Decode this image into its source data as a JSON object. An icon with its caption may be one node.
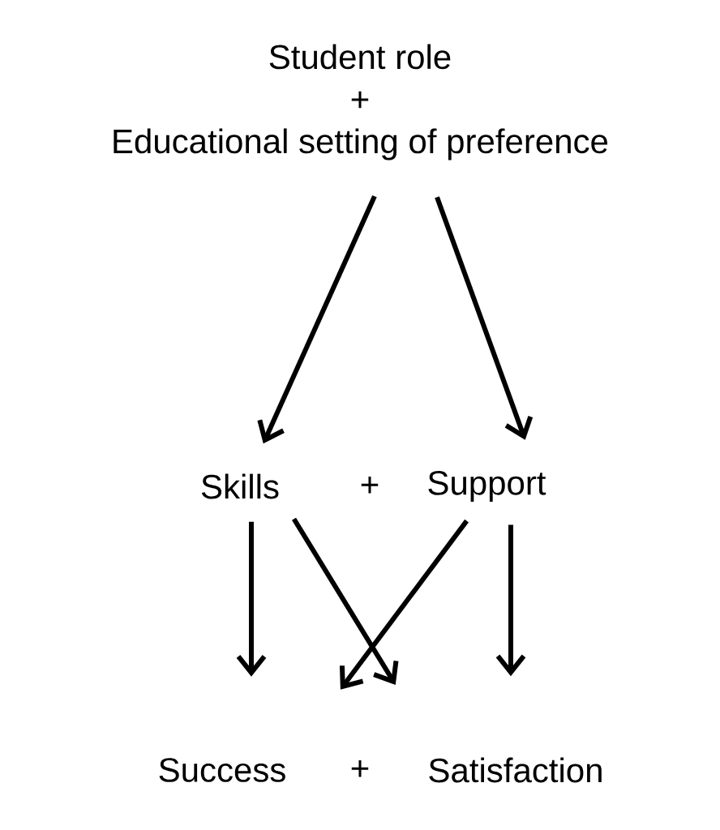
{
  "diagram": {
    "nodes": [
      {
        "text": [
          "Student role",
          "+",
          "Educational setting of preference"
        ]
      },
      {
        "text": [
          "Skills"
        ]
      },
      {
        "text": [
          "Support"
        ]
      },
      {
        "text": [
          "Success"
        ]
      },
      {
        "text": [
          "Satisfaction"
        ]
      }
    ],
    "edges": [
      {
        "from": 0,
        "to": 1,
        "arrow": "to"
      },
      {
        "from": 0,
        "to": 2,
        "arrow": "to"
      },
      {
        "from": 1,
        "to": 3,
        "arrow": "to"
      },
      {
        "from": 1,
        "to": 4,
        "arrow": "to"
      },
      {
        "from": 2,
        "to": 3,
        "arrow": "to"
      },
      {
        "from": 2,
        "to": 4,
        "arrow": "to"
      }
    ],
    "labels": [
      "+",
      "+"
    ]
  }
}
